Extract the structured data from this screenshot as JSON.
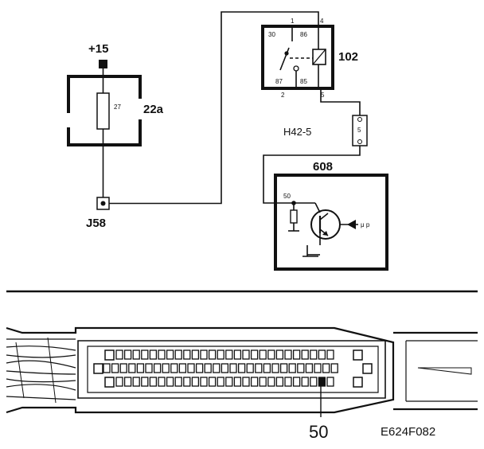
{
  "schematic": {
    "supply_label": "+15",
    "fuse_box_label": "22a",
    "fuse_number": "27",
    "connector_label": "J58",
    "relay_label": "102",
    "relay_pins": {
      "top_left": "1",
      "top_right": "4",
      "pin30": "30",
      "pin86": "86",
      "pin87": "87",
      "pin85": "85",
      "bottom_left": "2",
      "bottom_right": "5"
    },
    "mid_connector_label": "H42-5",
    "mid_connector_pin": "5",
    "ecu_label": "608",
    "ecu_pin": "50",
    "ecu_input_label": "μ p"
  },
  "connector_view": {
    "pin_callout": "50",
    "figure_code": "E624F082"
  }
}
